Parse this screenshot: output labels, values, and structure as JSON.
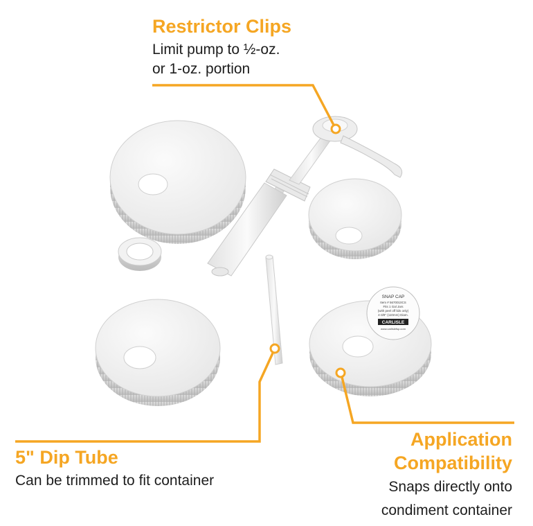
{
  "callouts": {
    "restrictor": {
      "title": "Restrictor Clips",
      "lines": [
        "Limit pump to ½-oz.",
        "or 1-oz. portion"
      ]
    },
    "dip_tube": {
      "title": "5\" Dip Tube",
      "lines": [
        "Can be trimmed to fit container"
      ]
    },
    "application": {
      "title_lines": [
        "Application",
        "Compatibility"
      ],
      "lines": [
        "Snaps directly onto",
        "condiment container"
      ]
    }
  },
  "label": {
    "heading": "SNAP CAP",
    "lines": [
      "Item # 5670010CS",
      "Fits 1 Gal Jars",
      "(with peel off lids only)",
      "4-3/8\" (110mm) Diam."
    ],
    "brand": "CARLISLE",
    "url": "www.carlislefsp.com"
  },
  "colors": {
    "accent": "#f5a623",
    "text": "#1d1d1d",
    "part": "#f1f1f1"
  }
}
